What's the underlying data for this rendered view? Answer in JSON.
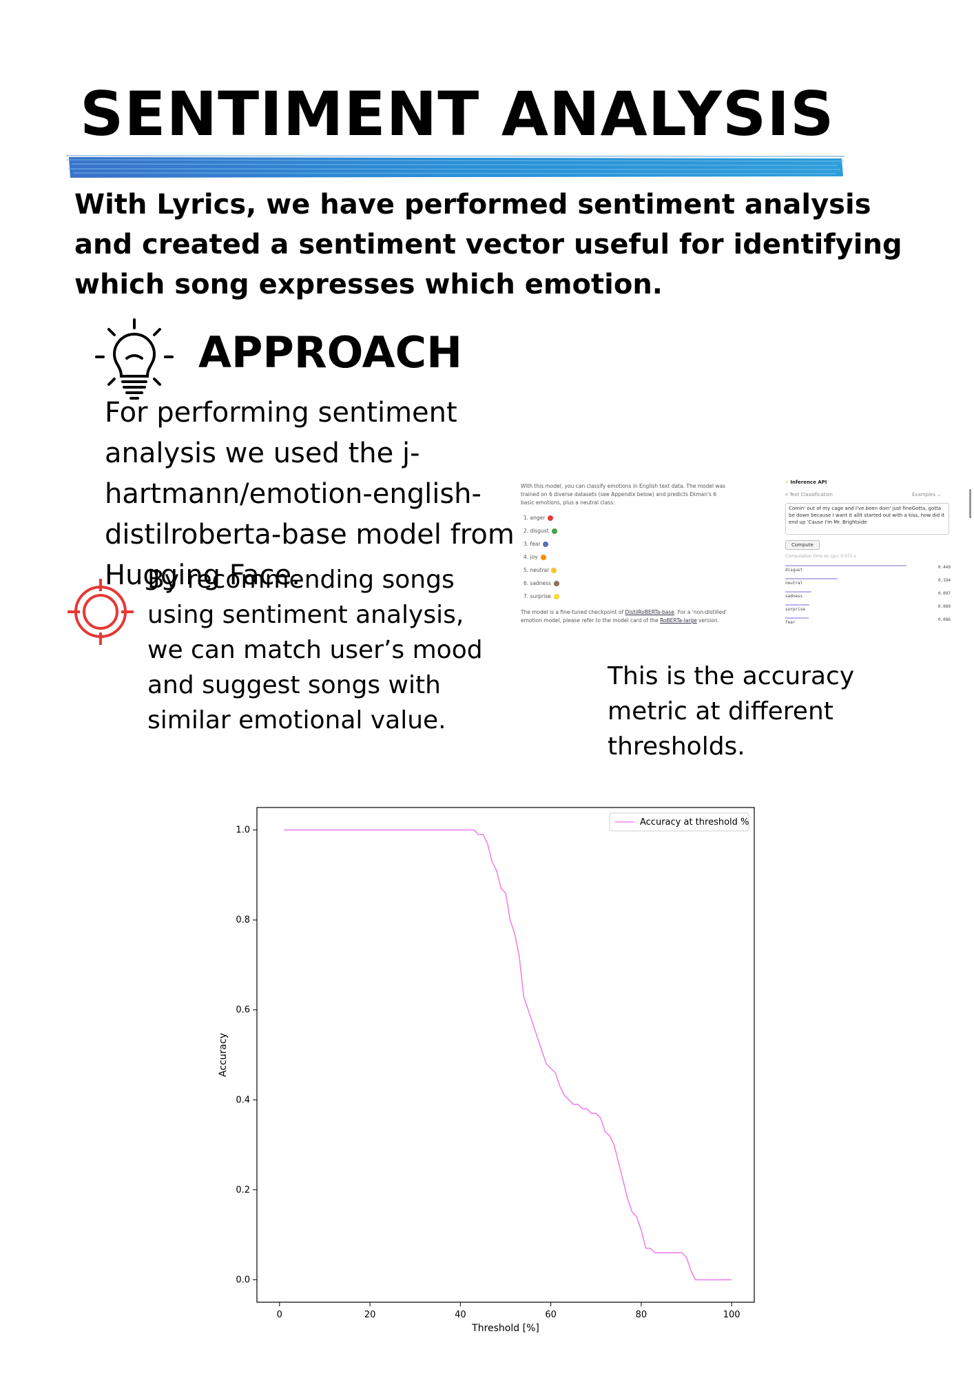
{
  "title": "SENTIMENT ANALYSIS",
  "intro": "With Lyrics, we have performed sentiment analysis and created a sentiment vector useful for identifying which song expresses which emotion.",
  "approach": {
    "heading": "APPROACH",
    "icon": "lightbulb-icon",
    "text": "For performing sentiment analysis we used the j-hartmann/emotion-english-distilroberta-base model from Hugging Face."
  },
  "recommendation": {
    "icon": "target-icon",
    "icon_color": "#e53935",
    "text": "By recommending songs using sentiment analysis, we can match user’s mood and suggest songs with similar emotional value."
  },
  "accuracy_note": "This is the accuracy metric at different thresholds.",
  "model_card": {
    "description": "With this model, you can classify emotions in English text data. The model was trained on 6 diverse datasets (see Appendix below) and predicts Ekman's 6 basic emotions, plus a neutral class:",
    "emotions": [
      {
        "label": "1.  anger",
        "color": "#e53935"
      },
      {
        "label": "2.  disgust",
        "color": "#43a047"
      },
      {
        "label": "3.  fear",
        "color": "#5c6bc0"
      },
      {
        "label": "4.  joy",
        "color": "#fb8c00"
      },
      {
        "label": "5.  neutral",
        "color": "#fbc02d"
      },
      {
        "label": "6.  sadness",
        "color": "#8d6e63"
      },
      {
        "label": "7.  surprise",
        "color": "#fdd835"
      }
    ],
    "footer_prefix": "The model is a fine-tuned checkpoint of ",
    "footer_link1": "DistilRoBERTa-base",
    "footer_middle": ". For a 'non-distilled' emotion model, please refer to the model card of the ",
    "footer_link2": "RoBERTa-large",
    "footer_suffix": " version.",
    "inference_api": "Inference API",
    "task": "Text Classification",
    "examples": "Examples",
    "input_text": "Comin' out of my cage and I've been doin' just fineGotta, gotta be down because I want it allIt started out with a kiss, how did it end up 'Cause I'm Mr. Brightside",
    "compute": "Compute",
    "computation_time": "Computation time on cpu: 0.071 s",
    "results": [
      {
        "label": "disgust",
        "score": "0.449",
        "value": 0.449
      },
      {
        "label": "neutral",
        "score": "0.194",
        "value": 0.194
      },
      {
        "label": "sadness",
        "score": "0.097",
        "value": 0.097
      },
      {
        "label": "surprise",
        "score": "0.089",
        "value": 0.089
      },
      {
        "label": "fear",
        "score": "0.086",
        "value": 0.086
      }
    ]
  },
  "chart_data": {
    "type": "line",
    "title": "",
    "xlabel": "Threshold [%]",
    "ylabel": "Accuracy",
    "xlim": [
      -5,
      105
    ],
    "ylim": [
      -0.05,
      1.05
    ],
    "xticks": [
      0,
      20,
      40,
      60,
      80,
      100
    ],
    "yticks": [
      0.0,
      0.2,
      0.4,
      0.6,
      0.8,
      1.0
    ],
    "xtick_labels": [
      "0",
      "20",
      "40",
      "60",
      "80",
      "100"
    ],
    "ytick_labels": [
      "0.0",
      "0.2",
      "0.4",
      "0.6",
      "0.8",
      "1.0"
    ],
    "grid": false,
    "legend_position": "top-right",
    "series": [
      {
        "name": "Accuracy at threshold %",
        "color": "#ee82ee",
        "x": [
          1,
          43,
          44,
          45,
          46,
          47,
          48,
          49,
          50,
          51,
          52,
          53,
          54,
          55,
          56,
          57,
          58,
          59,
          60,
          61,
          62,
          63,
          64,
          65,
          66,
          67,
          68,
          69,
          70,
          71,
          72,
          73,
          74,
          75,
          76,
          77,
          78,
          79,
          80,
          81,
          82,
          83,
          84,
          85,
          86,
          87,
          88,
          89,
          90,
          91,
          92,
          100
        ],
        "y": [
          1.0,
          1.0,
          0.99,
          0.99,
          0.97,
          0.93,
          0.91,
          0.87,
          0.86,
          0.8,
          0.77,
          0.72,
          0.63,
          0.6,
          0.57,
          0.54,
          0.51,
          0.48,
          0.47,
          0.46,
          0.43,
          0.41,
          0.4,
          0.39,
          0.39,
          0.38,
          0.38,
          0.37,
          0.37,
          0.36,
          0.33,
          0.32,
          0.3,
          0.26,
          0.22,
          0.18,
          0.15,
          0.14,
          0.11,
          0.07,
          0.07,
          0.06,
          0.06,
          0.06,
          0.06,
          0.06,
          0.06,
          0.06,
          0.05,
          0.02,
          0.0,
          0.0
        ]
      }
    ]
  }
}
